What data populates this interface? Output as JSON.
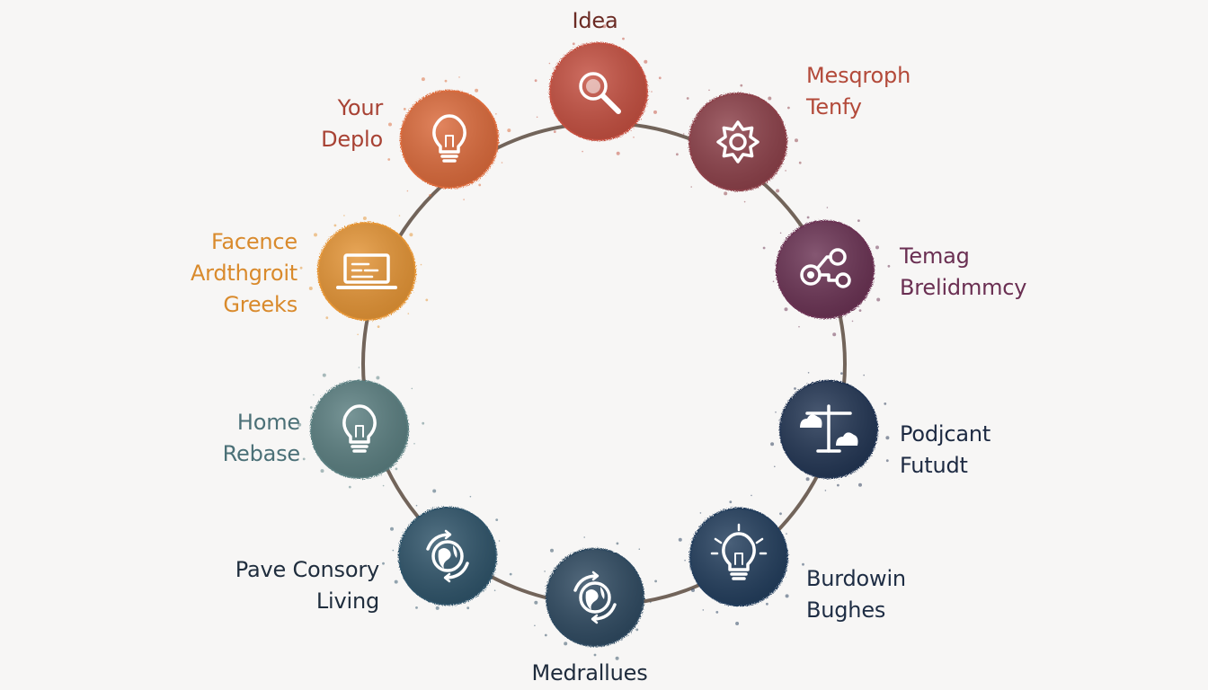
{
  "colors": {
    "background": "#f7f6f5",
    "ring": "#5a4a3e"
  },
  "nodes": [
    {
      "id": "idea",
      "lines": [
        "Idea"
      ],
      "icon": "magnifier-icon",
      "fill": "#c4503f",
      "text_color": "#6b2b24"
    },
    {
      "id": "mesaroph",
      "lines": [
        "Mesqroph",
        "Tenfy"
      ],
      "icon": "gear-icon",
      "fill": "#8c3f48",
      "text_color": "#b34a3a"
    },
    {
      "id": "temag",
      "lines": [
        "Temag",
        "Brelidmmcy"
      ],
      "icon": "gears-network-icon",
      "fill": "#6a3352",
      "text_color": "#6a2f52"
    },
    {
      "id": "podjcant",
      "lines": [
        "Podjcant",
        "Futudt"
      ],
      "icon": "balance-scale-icon",
      "fill": "#243452",
      "text_color": "#1d2a42"
    },
    {
      "id": "burdowin",
      "lines": [
        "Burdowin",
        "Bughes"
      ],
      "icon": "lightbulb-glow-icon",
      "fill": "#233c5c",
      "text_color": "#1e2d44"
    },
    {
      "id": "medrallues",
      "lines": [
        "Medrallues"
      ],
      "icon": "globe-arrows-icon",
      "fill": "#2d4a60",
      "text_color": "#1e2b3c"
    },
    {
      "id": "pave",
      "lines": [
        "Pave Consory",
        "Living"
      ],
      "icon": "globe-cycle-icon",
      "fill": "#2f5369",
      "text_color": "#1f2d3d"
    },
    {
      "id": "home",
      "lines": [
        "Home",
        "Rebase"
      ],
      "icon": "lightbulb-icon",
      "fill": "#5a7e80",
      "text_color": "#4b7077"
    },
    {
      "id": "facence",
      "lines": [
        "Facence",
        "Ardthgroit",
        "Greeks"
      ],
      "icon": "laptop-icon",
      "fill": "#e49434",
      "text_color": "#d98a2c"
    },
    {
      "id": "your",
      "lines": [
        "Your",
        "Deplo"
      ],
      "icon": "lightbulb-icon",
      "fill": "#db6a3a",
      "text_color": "#a84234"
    }
  ]
}
